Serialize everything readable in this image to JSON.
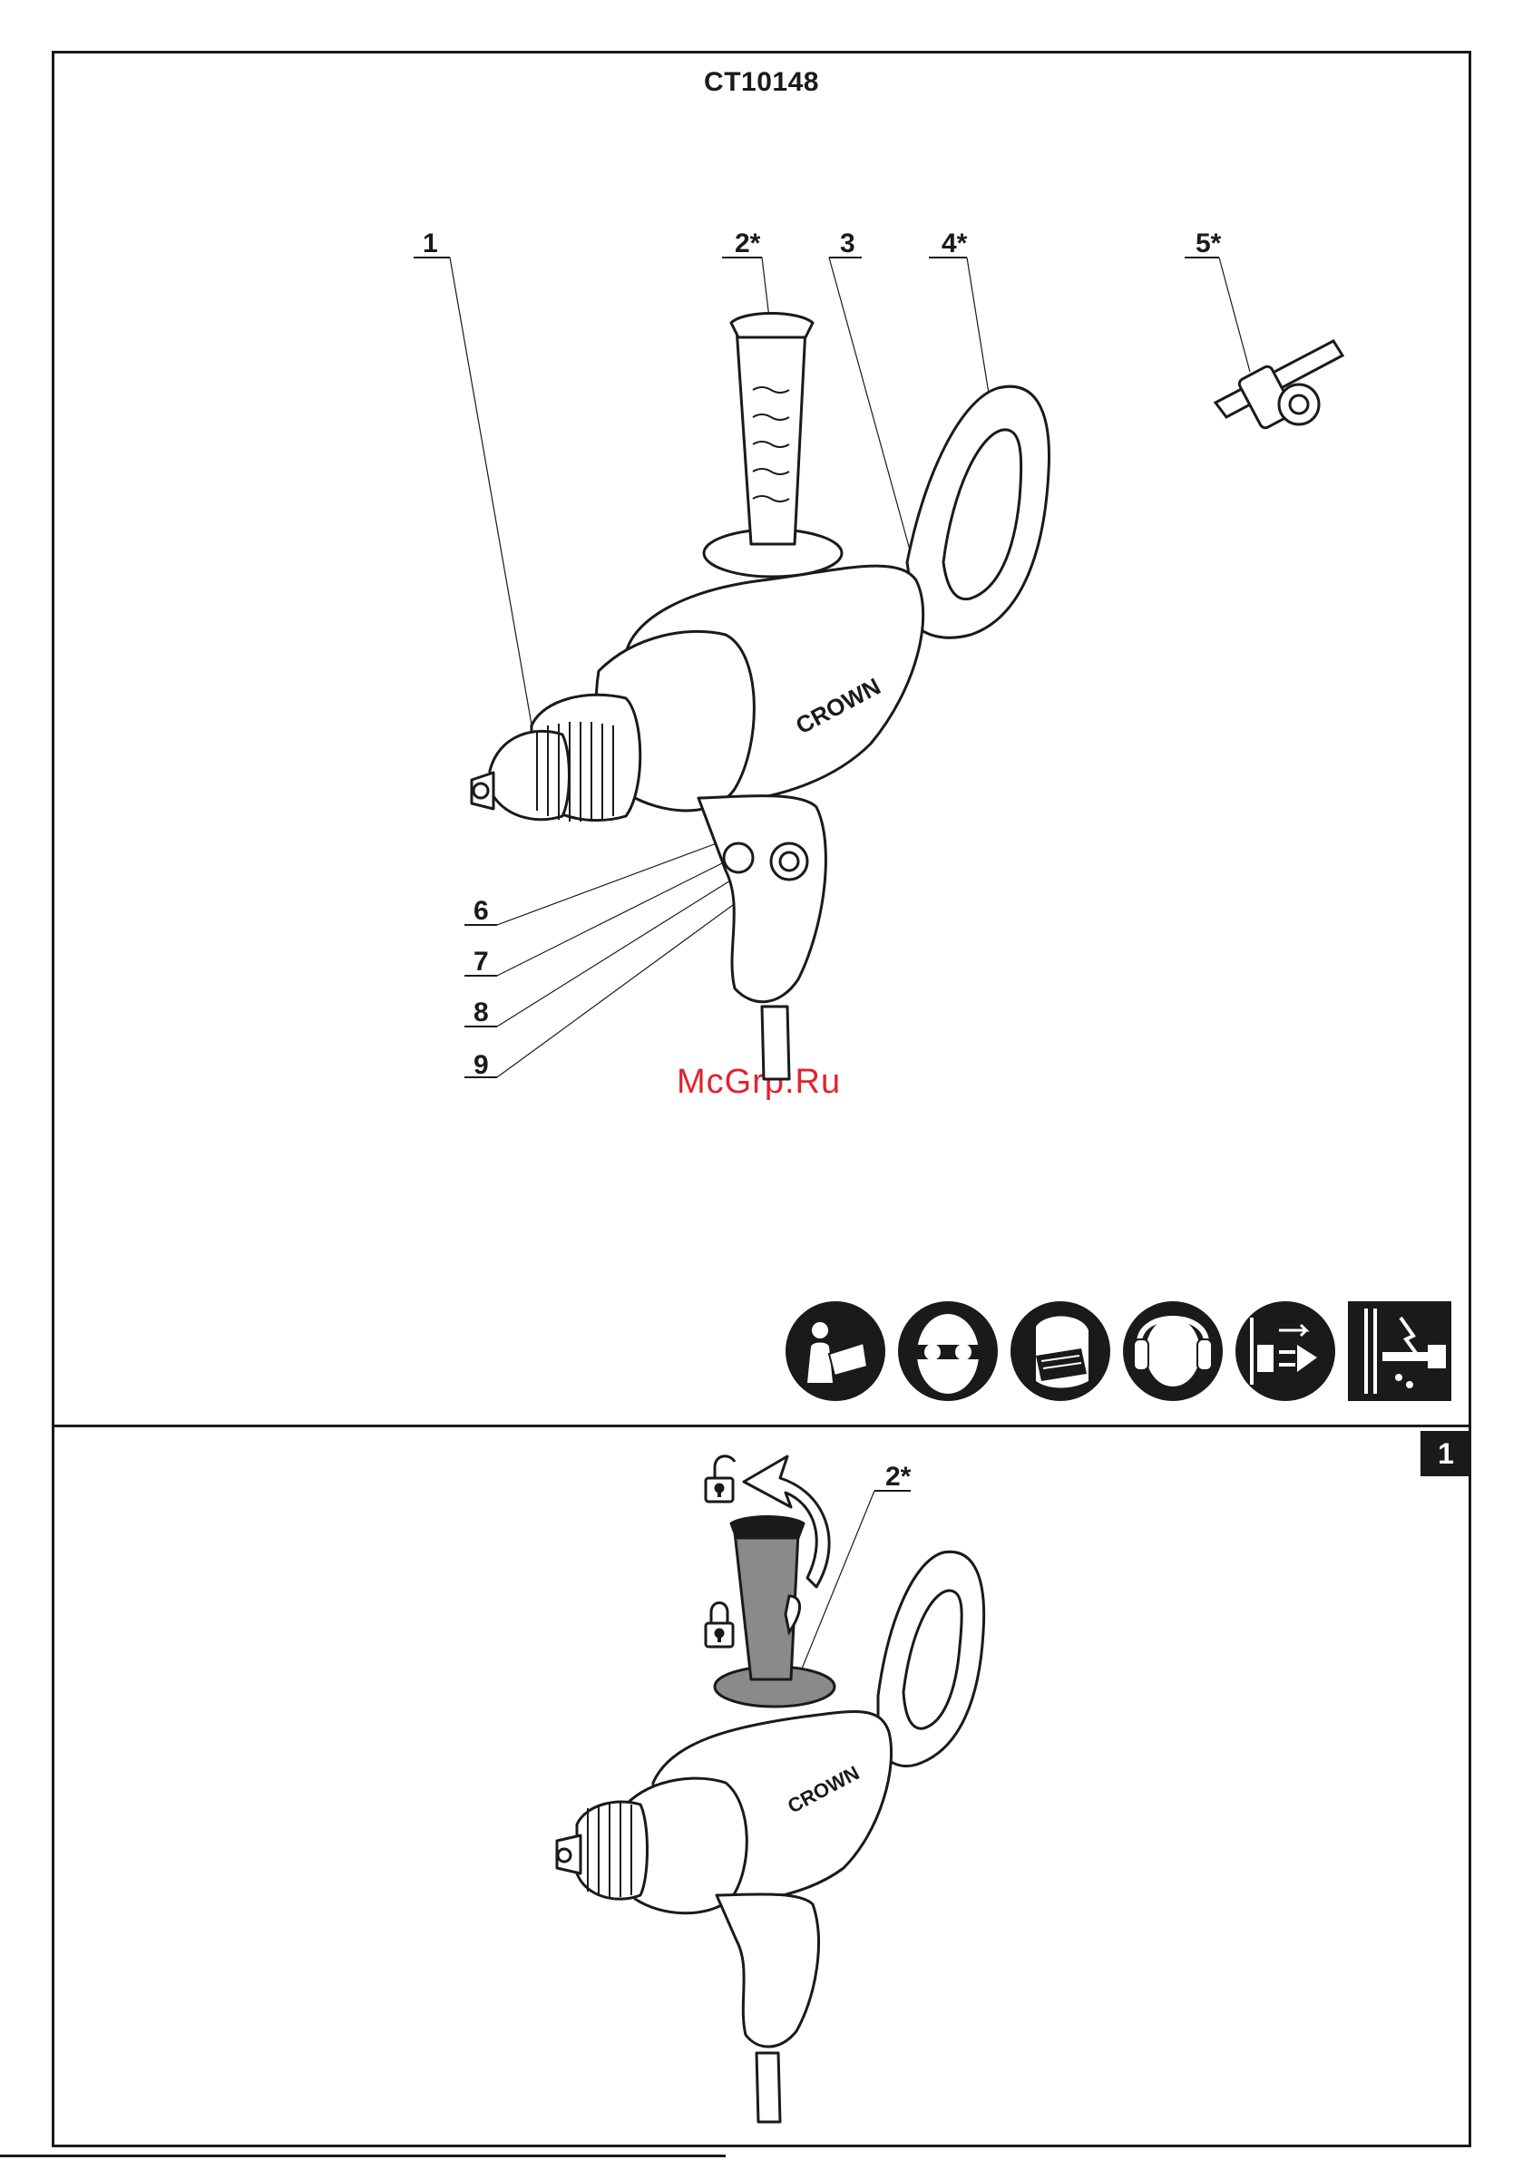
{
  "model": "CT10148",
  "figure_number": "1",
  "watermark": "McGrp.Ru",
  "callouts_top": [
    {
      "id": "c1",
      "label": "1"
    },
    {
      "id": "c2",
      "label": "2*"
    },
    {
      "id": "c3",
      "label": "3"
    },
    {
      "id": "c4",
      "label": "4*"
    },
    {
      "id": "c5",
      "label": "5*"
    },
    {
      "id": "c6",
      "label": "6"
    },
    {
      "id": "c7",
      "label": "7"
    },
    {
      "id": "c8",
      "label": "8"
    },
    {
      "id": "c9",
      "label": "9"
    }
  ],
  "callout_bottom": "2*",
  "brand_mark": "CROWN",
  "safety_icons": [
    "read-manual-icon",
    "safety-goggles-icon",
    "dust-mask-icon",
    "ear-protection-icon",
    "unplug-before-service-icon",
    "hidden-wires-warning-icon"
  ],
  "lock_icons": [
    "unlock-icon",
    "lock-icon"
  ],
  "colors": {
    "ink": "#1a1a1a",
    "watermark": "#e0242c",
    "handle_grey": "#8a8a8a"
  }
}
